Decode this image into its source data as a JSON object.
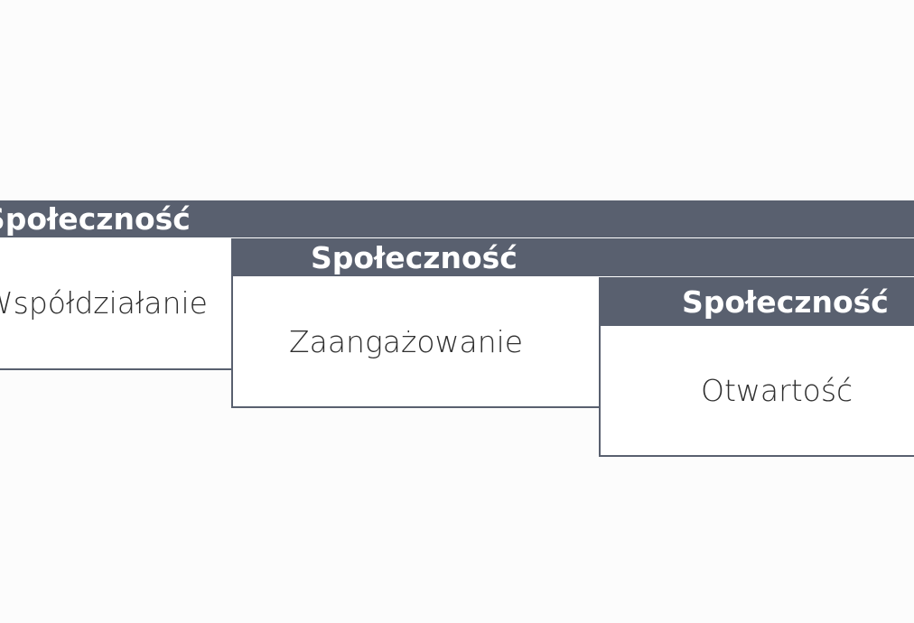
{
  "diagram": {
    "cards": [
      {
        "header": "Społeczność",
        "body": "Współdziałanie"
      },
      {
        "header": "Społeczność",
        "body": "Zaangażowanie"
      },
      {
        "header": "Społeczność",
        "body": "Otwartość"
      }
    ]
  },
  "colors": {
    "header_bg": "#59606f",
    "header_text": "#ffffff",
    "body_text": "#2f2f2f",
    "background": "#fcfcfc"
  }
}
